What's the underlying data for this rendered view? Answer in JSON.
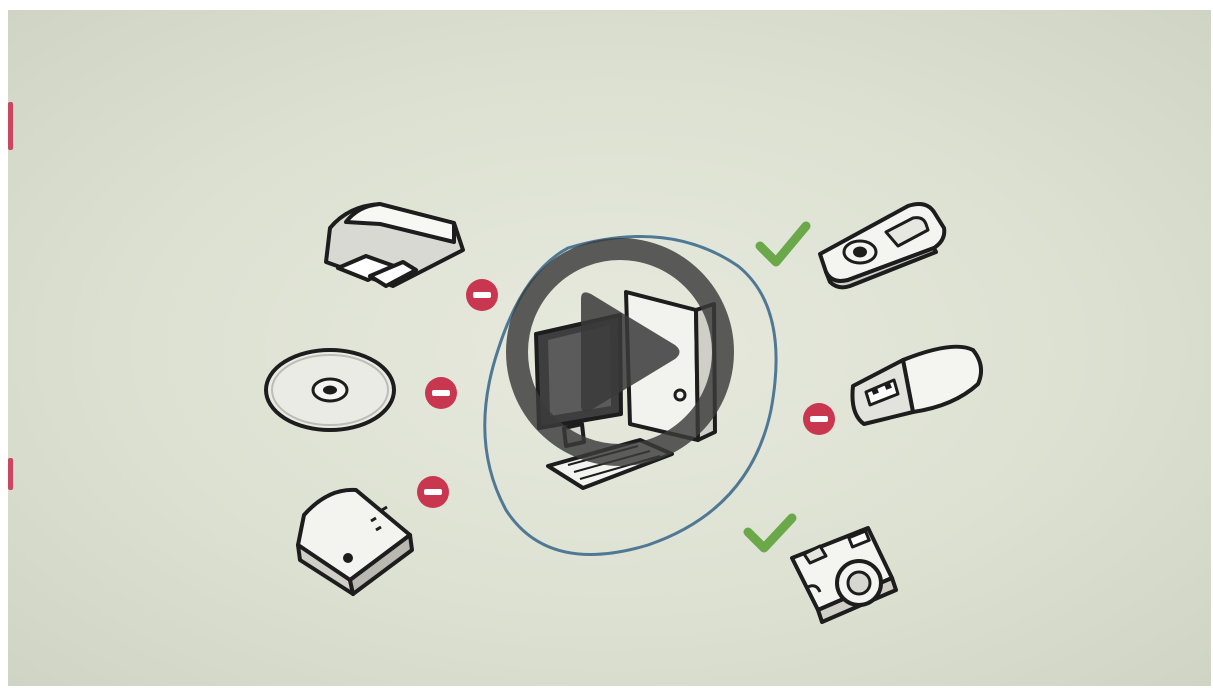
{
  "video": {
    "state": "paused",
    "play_button_icon": "play-icon"
  },
  "illustration": {
    "center_device": "desktop-computer-icon",
    "devices": [
      {
        "icon": "card-reader-icon",
        "status_icon": "no-entry-icon",
        "status": "blocked"
      },
      {
        "icon": "optical-disc-icon",
        "status_icon": "no-entry-icon",
        "status": "blocked"
      },
      {
        "icon": "external-drive-icon",
        "status_icon": "no-entry-icon",
        "status": "blocked"
      },
      {
        "icon": "media-player-icon",
        "status_icon": "checkmark-icon",
        "status": "allowed"
      },
      {
        "icon": "usb-flash-drive-icon",
        "status_icon": "no-entry-icon",
        "status": "blocked"
      },
      {
        "icon": "camera-icon",
        "status_icon": "checkmark-icon",
        "status": "allowed"
      }
    ],
    "colors": {
      "background": "#dfe2d4",
      "blocked": "#c9364f",
      "allowed": "#6aa84a",
      "outline": "#1d1d1d",
      "ring": "#4f7894",
      "play_overlay": "#3a3a3a"
    }
  }
}
